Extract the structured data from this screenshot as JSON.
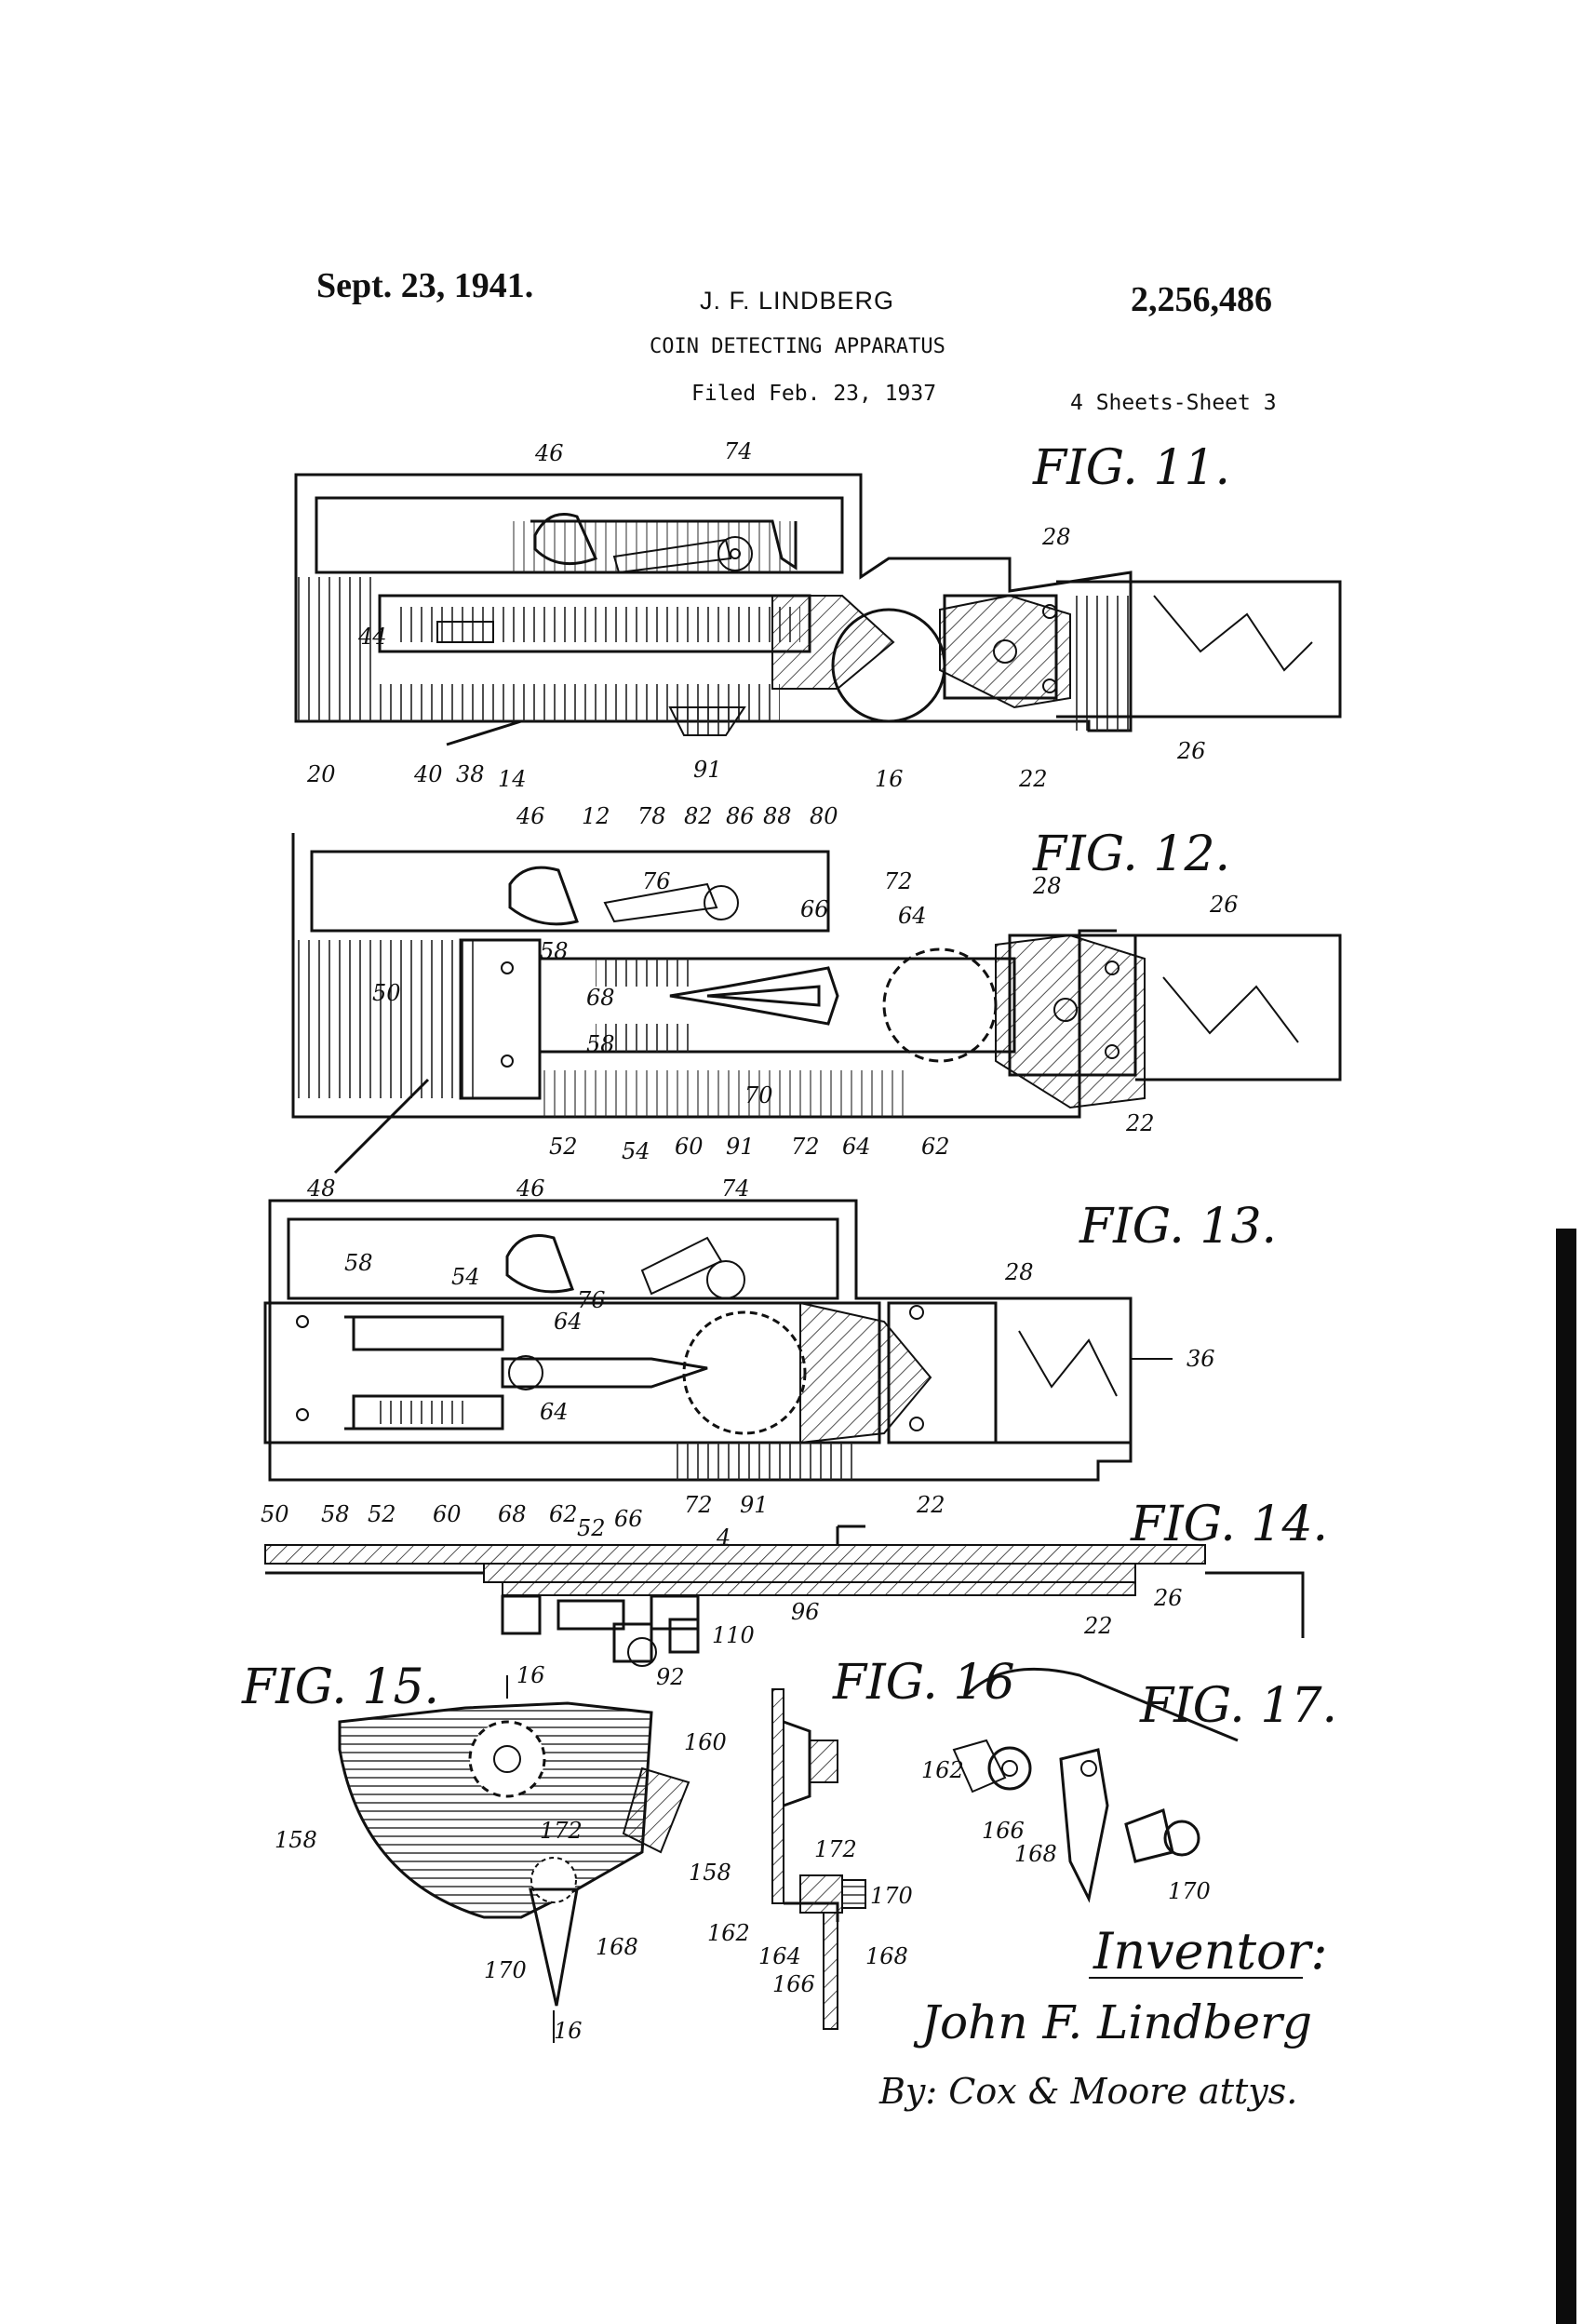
{
  "header": {
    "date": "Sept. 23, 1941.",
    "inventor": "J. F. LINDBERG",
    "patent_number": "2,256,486",
    "title": "COIN DETECTING APPARATUS",
    "filed": "Filed Feb. 23, 1937",
    "sheets": "4 Sheets-Sheet 3"
  },
  "figures": {
    "fig11": {
      "label": "FIG. 11.",
      "numerals": [
        "46",
        "74",
        "28",
        "44",
        "20",
        "40",
        "38",
        "14",
        "91",
        "16",
        "22",
        "26"
      ]
    },
    "fig12": {
      "label": "FIG. 12.",
      "numerals": [
        "46",
        "12",
        "78",
        "82",
        "86",
        "88",
        "80",
        "76",
        "66",
        "72",
        "64",
        "28",
        "26",
        "58",
        "50",
        "68",
        "58",
        "70",
        "48",
        "52",
        "54",
        "60",
        "91",
        "72",
        "64",
        "62",
        "22"
      ]
    },
    "fig13": {
      "label": "FIG. 13.",
      "numerals": [
        "46",
        "74",
        "58",
        "54",
        "76",
        "64",
        "28",
        "36",
        "64",
        "50",
        "58",
        "52",
        "60",
        "68",
        "62",
        "66",
        "72",
        "91",
        "22"
      ]
    },
    "fig14": {
      "label": "FIG. 14.",
      "numerals": [
        "52",
        "4",
        "26",
        "96",
        "22",
        "110",
        "92"
      ]
    },
    "fig15": {
      "label": "FIG. 15.",
      "numerals": [
        "16",
        "160",
        "158",
        "172",
        "170",
        "168",
        "16"
      ]
    },
    "fig16": {
      "label": "FIG. 16",
      "numerals": [
        "172",
        "158",
        "170",
        "162",
        "164",
        "168",
        "166"
      ]
    },
    "fig17": {
      "label": "FIG. 17.",
      "numerals": [
        "162",
        "166",
        "168",
        "170"
      ]
    }
  },
  "signature": {
    "heading": "Inventor:",
    "name": "John F. Lindberg",
    "attorneys": "By: Cox & Moore attys."
  }
}
